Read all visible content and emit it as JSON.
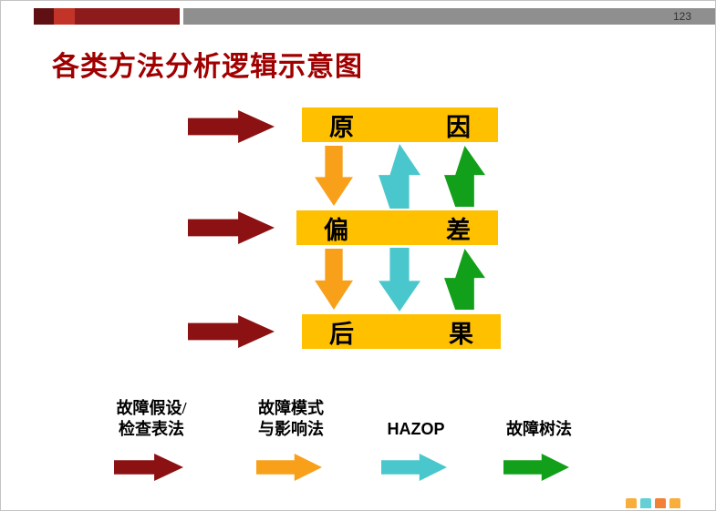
{
  "page": {
    "number": "123"
  },
  "title": "各类方法分析逻辑示意图",
  "colors": {
    "box_fill": "#FFC000",
    "maroon": "#8C1112",
    "orange": "#F9A01B",
    "cyan": "#4AC7CD",
    "green": "#12A01A",
    "title_red": "#A00000"
  },
  "diagram": {
    "boxes": [
      {
        "left": "原",
        "right": "因"
      },
      {
        "left": "偏",
        "right": "差"
      },
      {
        "left": "后",
        "right": "果"
      }
    ]
  },
  "legend": [
    {
      "line1": "故障假设/",
      "line2": "检查表法"
    },
    {
      "line1": "故障模式",
      "line2": "与影响法"
    },
    {
      "line1": "HAZOP",
      "line2": ""
    },
    {
      "line1": "故障树法",
      "line2": ""
    }
  ]
}
